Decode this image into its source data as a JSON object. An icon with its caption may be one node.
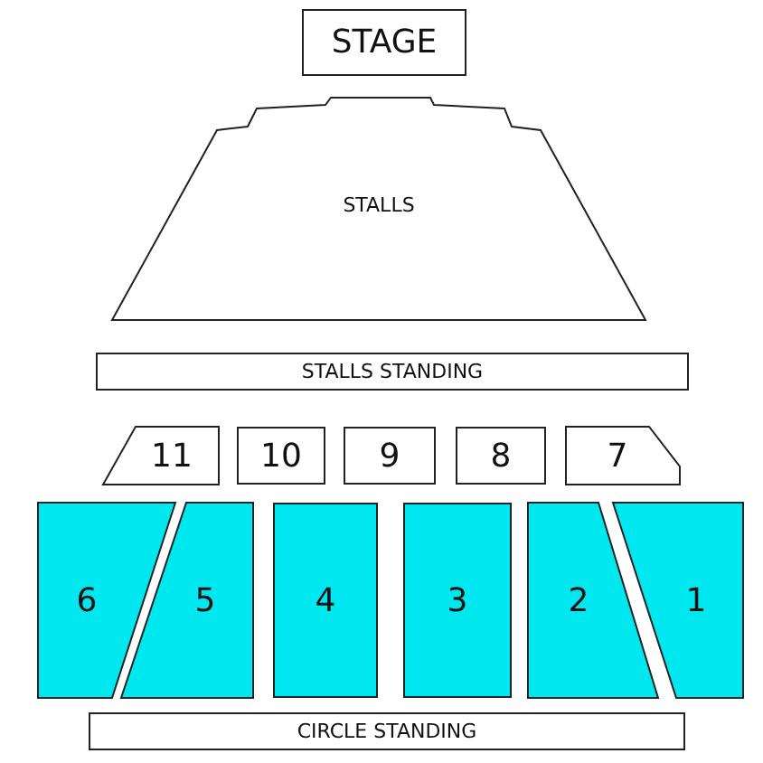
{
  "diagram": {
    "nodes": [
      {
        "text": [
          "STAGE"
        ]
      },
      {
        "text": [
          "STALLS"
        ]
      },
      {
        "text": [
          "STALLS STANDING"
        ]
      },
      {
        "text": [
          "11"
        ]
      },
      {
        "text": [
          "10"
        ]
      },
      {
        "text": [
          "9"
        ]
      },
      {
        "text": [
          "8"
        ]
      },
      {
        "text": [
          "7"
        ]
      },
      {
        "text": [
          "6"
        ]
      },
      {
        "text": [
          "5"
        ]
      },
      {
        "text": [
          "4"
        ]
      },
      {
        "text": [
          "3"
        ]
      },
      {
        "text": [
          "2"
        ]
      },
      {
        "text": [
          "1"
        ]
      },
      {
        "text": [
          "CIRCLE STANDING"
        ]
      }
    ]
  }
}
